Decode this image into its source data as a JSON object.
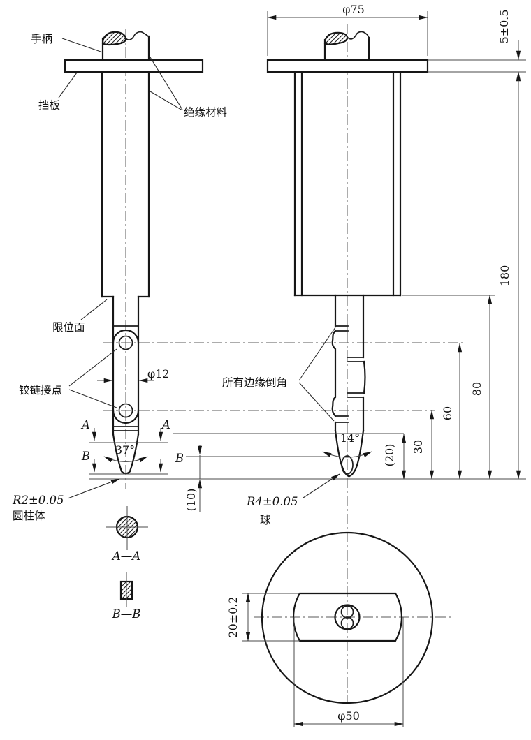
{
  "drawing": {
    "kind": "test-finger engineering drawing",
    "line_color": "#161616",
    "thin_line_color": "#4a4a4a"
  },
  "labels": {
    "handle": "手柄",
    "baffle": "挡板",
    "insulation": "绝缘材料",
    "stop_face": "限位面",
    "hinge_joints": "铰链接点",
    "chamfer_note": "所有边缘倒角",
    "cylinder": "圆柱体",
    "sphere": "球"
  },
  "dims": {
    "dia75": "φ75",
    "plate_thickness": "5±0.5",
    "h180": "180",
    "h80": "80",
    "h60": "60",
    "h30": "30",
    "ref20": "(20)",
    "ref10": "(10)",
    "dia12": "φ12",
    "angle37": "37°",
    "angle14": "14°",
    "r2": "R2±0.05",
    "r4": "R4±0.05",
    "w20": "20±0.2",
    "dia50": "φ50"
  },
  "sections": {
    "a": "A",
    "b": "B",
    "aa": "A—A",
    "bb": "B—B"
  }
}
